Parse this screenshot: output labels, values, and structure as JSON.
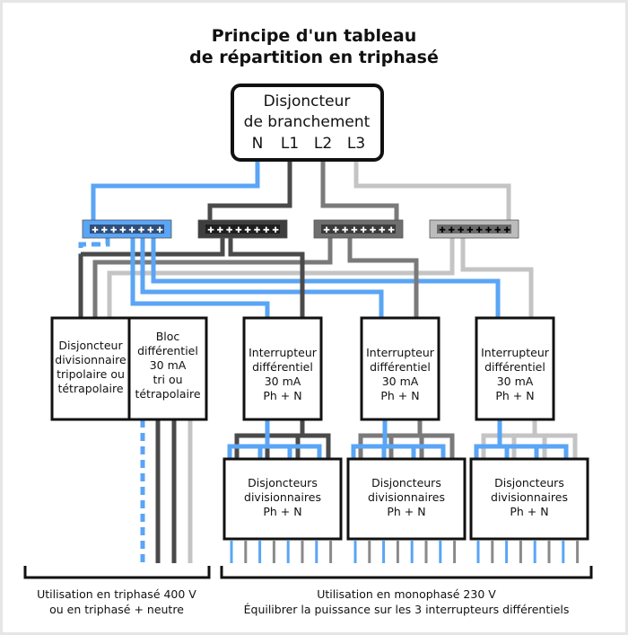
{
  "title": {
    "line1": "Principe d'un tableau",
    "line2": "de répartition en triphasé"
  },
  "main_breaker": {
    "line1": "Disjoncteur",
    "line2": "de branchement",
    "terminals": [
      "N",
      "L1",
      "L2",
      "L3"
    ]
  },
  "colors": {
    "neutral": "#5aa5f5",
    "L1": "#4a4a4a",
    "L2": "#7a7a7a",
    "L3": "#c4c4c4",
    "outline": "#111111"
  },
  "busbars": [
    {
      "name": "busbar-neutral",
      "phase": "N"
    },
    {
      "name": "busbar-l1",
      "phase": "L1"
    },
    {
      "name": "busbar-l2",
      "phase": "L2"
    },
    {
      "name": "busbar-l3",
      "phase": "L3"
    }
  ],
  "tri_breaker": {
    "lines": [
      "Disjoncteur",
      "divisionnaire",
      "tripolaire ou",
      "tétrapolaire"
    ]
  },
  "tri_diff_block": {
    "lines": [
      "Bloc",
      "différentiel",
      "30 mA",
      "tri ou",
      "tétrapolaire"
    ]
  },
  "rcds": [
    {
      "phase": "L1",
      "lines": [
        "Interrupteur",
        "différentiel",
        "30 mA",
        "Ph + N"
      ]
    },
    {
      "phase": "L2",
      "lines": [
        "Interrupteur",
        "différentiel",
        "30 mA",
        "Ph + N"
      ]
    },
    {
      "phase": "L3",
      "lines": [
        "Interrupteur",
        "différentiel",
        "30 mA",
        "Ph + N"
      ]
    }
  ],
  "breaker_groups": [
    {
      "lines": [
        "Disjoncteurs",
        "divisionnaires",
        "Ph + N"
      ]
    },
    {
      "lines": [
        "Disjoncteurs",
        "divisionnaires",
        "Ph + N"
      ]
    },
    {
      "lines": [
        "Disjoncteurs",
        "divisionnaires",
        "Ph + N"
      ]
    }
  ],
  "captions": {
    "left_line1": "Utilisation en triphasé 400 V",
    "left_line2": "ou en triphasé + neutre",
    "right_line1": "Utilisation en monophasé 230 V",
    "right_line2": "Équilibrer la puissance sur les 3 interrupteurs différentiels"
  }
}
